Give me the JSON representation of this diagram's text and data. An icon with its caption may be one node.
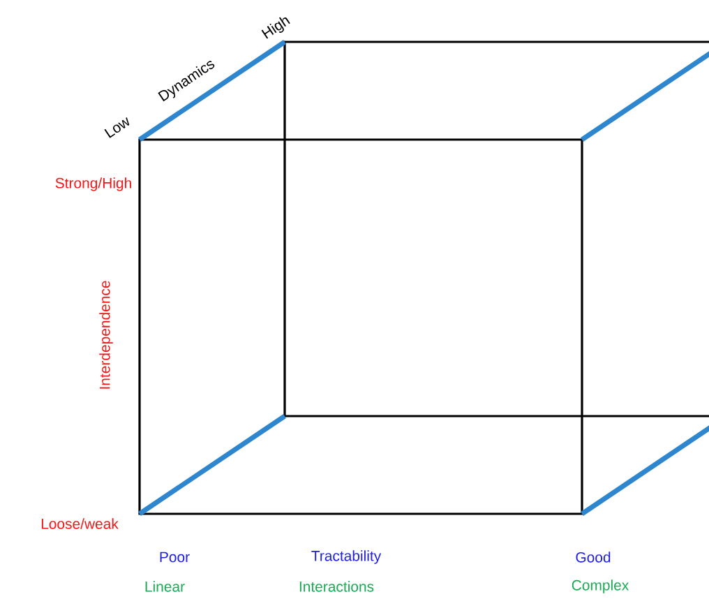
{
  "diagram": {
    "labels": [
      "Low",
      "Dynamics",
      "High",
      "Strong/High",
      "Interdependence",
      "Loose/weak",
      "Poor",
      "Tractability",
      "Good",
      "Linear",
      "Interactions",
      "Complex"
    ]
  }
}
